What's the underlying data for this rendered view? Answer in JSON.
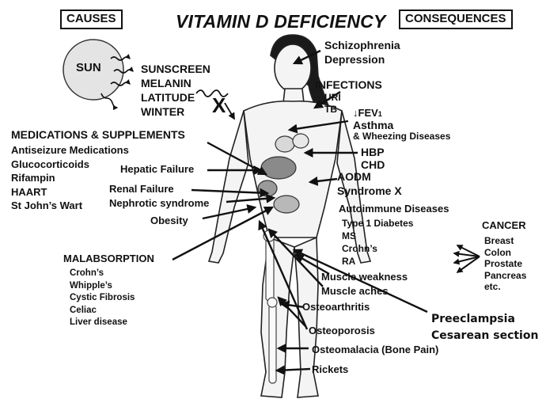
{
  "title": "VITAMIN D DEFICIENCY",
  "headers": {
    "causes": "CAUSES",
    "consequences": "CONSEQUENCES"
  },
  "causes": {
    "sun": "SUN",
    "blockers": [
      "SUNSCREEN",
      "MELANIN",
      "LATITUDE",
      "WINTER"
    ],
    "x_mark": "X",
    "organ": [
      "Hepatic Failure",
      "Renal  Failure",
      "Nephrotic syndrome",
      "Obesity"
    ]
  },
  "medications": {
    "heading": "MEDICATIONS & SUPPLEMENTS",
    "items": [
      "Antiseizure Medications",
      "Glucocorticoids",
      "Rifampin",
      "HAART",
      "St John’s Wart"
    ]
  },
  "malabsorption": {
    "heading": "MALABSORPTION",
    "items": [
      "Crohn’s",
      "Whipple’s",
      "Cystic Fibrosis",
      "Celiac",
      "Liver disease"
    ]
  },
  "consequences": {
    "psychiatric": [
      "Schizophrenia",
      "Depression"
    ],
    "infections": {
      "heading": "INFECTIONS",
      "items": [
        "URI",
        "TB"
      ]
    },
    "respiratory": {
      "fev_arrow": "↓",
      "fev": "FEV",
      "fev_sub": "1",
      "asthma": "Asthma",
      "wheezing": "& Wheezing  Diseases"
    },
    "cardio": [
      "HBP",
      "CHD"
    ],
    "metabolic": [
      "AODM",
      "Syndrome X"
    ],
    "autoimmune": {
      "heading": "Autoimmune Diseases",
      "items": [
        "Type 1 Diabetes",
        "MS",
        "Crohn’s",
        "RA"
      ]
    },
    "cancer": {
      "heading": "CANCER",
      "items": [
        "Breast",
        "Colon",
        "Prostate",
        "Pancreas",
        "etc."
      ]
    },
    "muscle": [
      "Muscle weakness",
      "Muscle aches"
    ],
    "bone": [
      "Osteoarthritis",
      "Osteoporosis",
      "Osteomalacia (Bone Pain)",
      "Rickets"
    ],
    "pregnancy": [
      "Preeclampsia",
      "Cesarean section"
    ]
  }
}
